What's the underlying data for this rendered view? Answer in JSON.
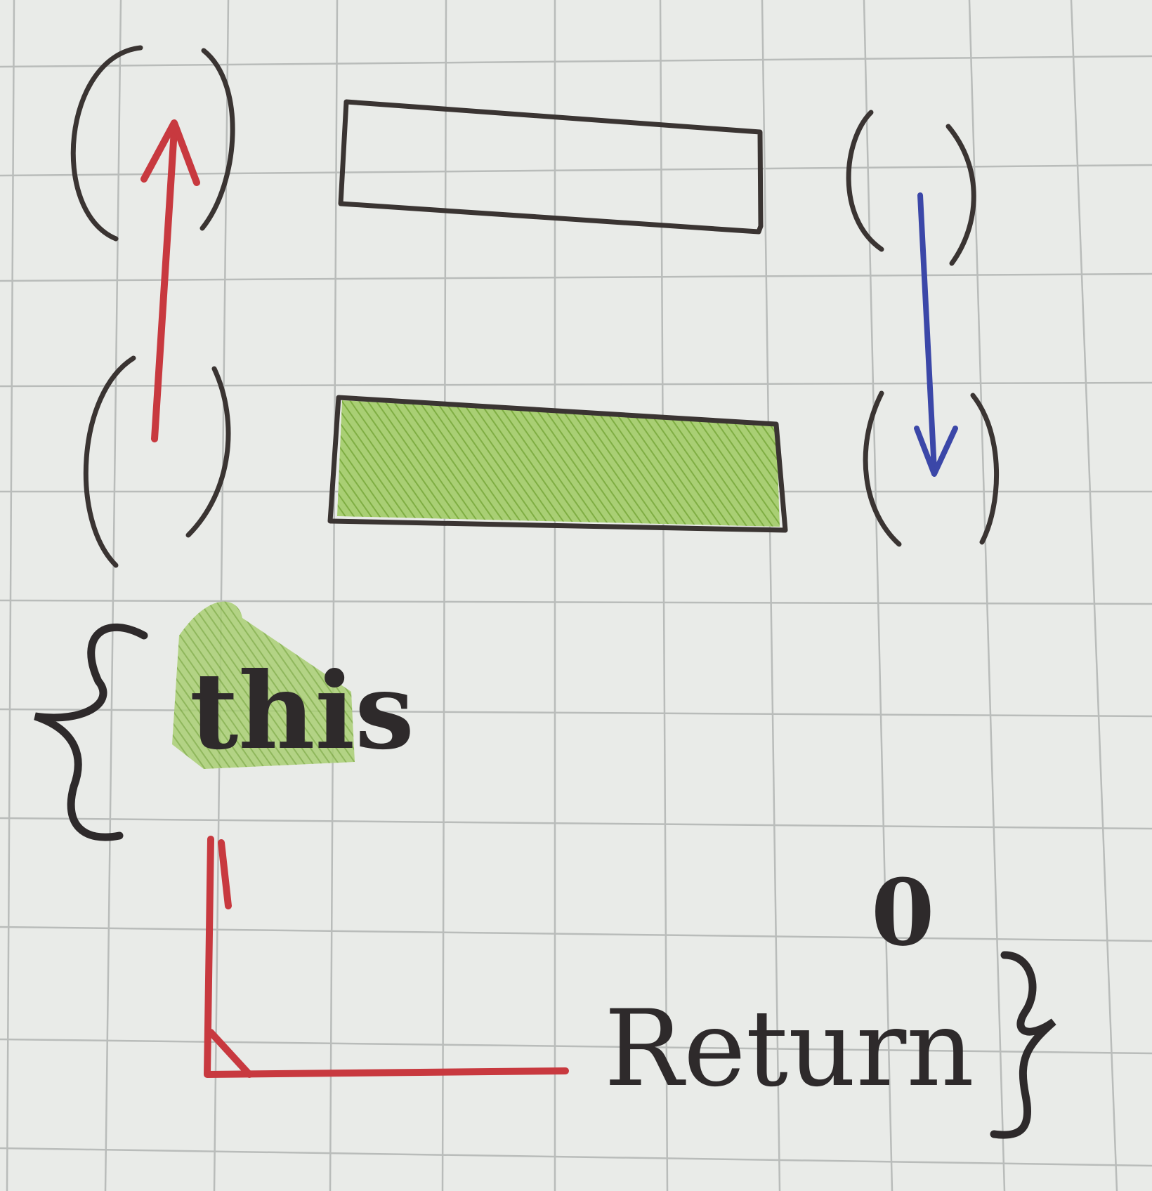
{
  "labels": {
    "this_word": "this",
    "return_word": "Return",
    "zero": "0"
  },
  "colors": {
    "paper": "#e9ebe8",
    "grid": "#b9bcba",
    "ink": "#2e2a2b",
    "red": "#c8393f",
    "blue": "#3b47a8",
    "green": "#8cbb4a"
  },
  "icons": {
    "up_arrow": "red-up-arrow-icon",
    "down_arrow": "blue-down-arrow-icon",
    "return_path": "red-l-shaped-return-line"
  }
}
